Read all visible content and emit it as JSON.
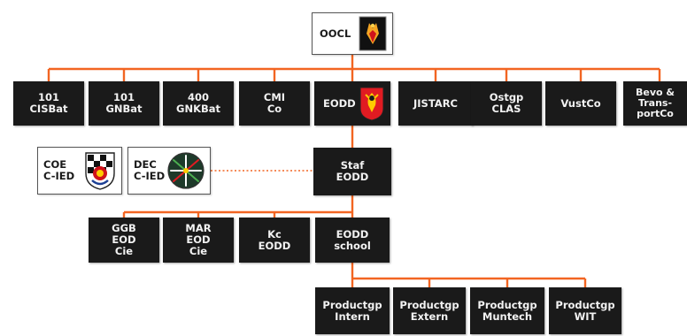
{
  "colors": {
    "connector": "#f26522",
    "box_dark": "#1a1a1a",
    "box_text": "#f2f2f2",
    "box_light_border": "#555555"
  },
  "root": {
    "label": "OOCL",
    "icon": "unit-crest-icon"
  },
  "level1": [
    {
      "label": "101\nCISBat"
    },
    {
      "label": "101\nGNBat"
    },
    {
      "label": "400\nGNKBat"
    },
    {
      "label": "CMI\nCo"
    },
    {
      "label": "EODD",
      "icon": "eodd-crest-icon"
    },
    {
      "label": "JISTARC"
    },
    {
      "label": "Ostgp\nCLAS"
    },
    {
      "label": "VustCo"
    },
    {
      "label": "Bevo &\nTrans-\nportCo"
    }
  ],
  "staff": {
    "label": "Staf\nEODD"
  },
  "side_units": [
    {
      "label": "COE\nC-IED",
      "icon": "coe-crest-icon"
    },
    {
      "label": "DEC\nC-IED",
      "icon": "dec-emblem-icon"
    }
  ],
  "level3": [
    {
      "label": "GGB\nEOD\nCie"
    },
    {
      "label": "MAR\nEOD\nCie"
    },
    {
      "label": "Kc\nEODD"
    },
    {
      "label": "EODD\nschool"
    }
  ],
  "level4": [
    {
      "label": "Productgp\nIntern"
    },
    {
      "label": "Productgp\nExtern"
    },
    {
      "label": "Productgp\nMuntech"
    },
    {
      "label": "Productgp\nWIT"
    }
  ]
}
